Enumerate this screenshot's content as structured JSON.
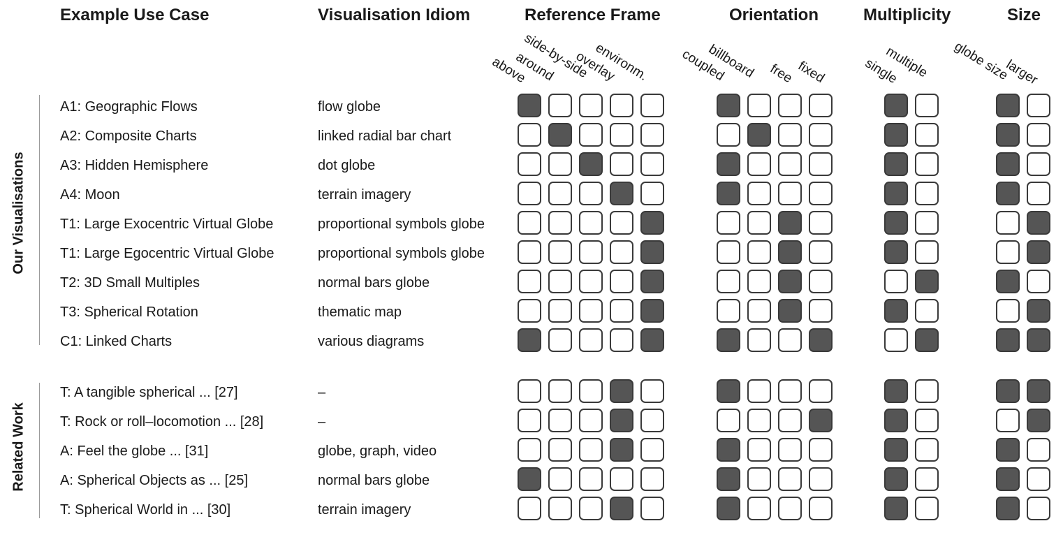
{
  "headers": {
    "example_use_case": "Example Use Case",
    "visualisation_idiom": "Visualisation Idiom",
    "reference_frame": "Reference Frame",
    "orientation": "Orientation",
    "multiplicity": "Multiplicity",
    "size": "Size"
  },
  "sublabels": {
    "reference_frame": [
      "above",
      "around",
      "side-by-side",
      "overlay",
      "environm."
    ],
    "orientation": [
      "coupled",
      "billboard",
      "free",
      "fixed"
    ],
    "multiplicity": [
      "single",
      "multiple"
    ],
    "size": [
      "globe size",
      "larger"
    ]
  },
  "sections": {
    "ours": "Our Visualisations",
    "related": "Related Work"
  },
  "rows": [
    {
      "case": "A1: Geographic Flows",
      "idiom": "flow globe",
      "ref": [
        1,
        0,
        0,
        0,
        0
      ],
      "ori": [
        1,
        0,
        0,
        0
      ],
      "mult": [
        1,
        0
      ],
      "size": [
        1,
        0
      ]
    },
    {
      "case": "A2: Composite Charts",
      "idiom": "linked radial bar chart",
      "ref": [
        0,
        1,
        0,
        0,
        0
      ],
      "ori": [
        0,
        1,
        0,
        0
      ],
      "mult": [
        1,
        0
      ],
      "size": [
        1,
        0
      ]
    },
    {
      "case": "A3: Hidden Hemisphere",
      "idiom": "dot globe",
      "ref": [
        0,
        0,
        1,
        0,
        0
      ],
      "ori": [
        1,
        0,
        0,
        0
      ],
      "mult": [
        1,
        0
      ],
      "size": [
        1,
        0
      ]
    },
    {
      "case": "A4: Moon",
      "idiom": "terrain imagery",
      "ref": [
        0,
        0,
        0,
        1,
        0
      ],
      "ori": [
        1,
        0,
        0,
        0
      ],
      "mult": [
        1,
        0
      ],
      "size": [
        1,
        0
      ]
    },
    {
      "case": "T1: Large Exocentric Virtual Globe",
      "idiom": "proportional symbols globe",
      "ref": [
        0,
        0,
        0,
        0,
        1
      ],
      "ori": [
        0,
        0,
        1,
        0
      ],
      "mult": [
        1,
        0
      ],
      "size": [
        0,
        1
      ]
    },
    {
      "case": "T1: Large Egocentric Virtual Globe",
      "idiom": "proportional symbols globe",
      "ref": [
        0,
        0,
        0,
        0,
        1
      ],
      "ori": [
        0,
        0,
        1,
        0
      ],
      "mult": [
        1,
        0
      ],
      "size": [
        0,
        1
      ]
    },
    {
      "case": "T2: 3D Small Multiples",
      "idiom": "normal bars globe",
      "ref": [
        0,
        0,
        0,
        0,
        1
      ],
      "ori": [
        0,
        0,
        1,
        0
      ],
      "mult": [
        0,
        1
      ],
      "size": [
        1,
        0
      ]
    },
    {
      "case": "T3: Spherical Rotation",
      "idiom": "thematic map",
      "ref": [
        0,
        0,
        0,
        0,
        1
      ],
      "ori": [
        0,
        0,
        1,
        0
      ],
      "mult": [
        1,
        0
      ],
      "size": [
        0,
        1
      ]
    },
    {
      "case": "C1: Linked Charts",
      "idiom": "various diagrams",
      "ref": [
        1,
        0,
        0,
        0,
        1
      ],
      "ori": [
        1,
        0,
        0,
        1
      ],
      "mult": [
        0,
        1
      ],
      "size": [
        1,
        1
      ]
    },
    {
      "case": "T: A tangible spherical ... [27]",
      "idiom": "–",
      "ref": [
        0,
        0,
        0,
        1,
        0
      ],
      "ori": [
        1,
        0,
        0,
        0
      ],
      "mult": [
        1,
        0
      ],
      "size": [
        1,
        1
      ]
    },
    {
      "case": "T: Rock or roll–locomotion ... [28]",
      "idiom": "–",
      "ref": [
        0,
        0,
        0,
        1,
        0
      ],
      "ori": [
        0,
        0,
        0,
        1
      ],
      "mult": [
        1,
        0
      ],
      "size": [
        0,
        1
      ]
    },
    {
      "case": "A: Feel the globe ... [31]",
      "idiom": "globe, graph, video",
      "ref": [
        0,
        0,
        0,
        1,
        0
      ],
      "ori": [
        1,
        0,
        0,
        0
      ],
      "mult": [
        1,
        0
      ],
      "size": [
        1,
        0
      ]
    },
    {
      "case": "A: Spherical Objects as ... [25]",
      "idiom": "normal bars globe",
      "ref": [
        1,
        0,
        0,
        0,
        0
      ],
      "ori": [
        1,
        0,
        0,
        0
      ],
      "mult": [
        1,
        0
      ],
      "size": [
        1,
        0
      ]
    },
    {
      "case": "T: Spherical World in ... [30]",
      "idiom": "terrain imagery",
      "ref": [
        0,
        0,
        0,
        1,
        0
      ],
      "ori": [
        1,
        0,
        0,
        0
      ],
      "mult": [
        1,
        0
      ],
      "size": [
        1,
        0
      ]
    }
  ]
}
